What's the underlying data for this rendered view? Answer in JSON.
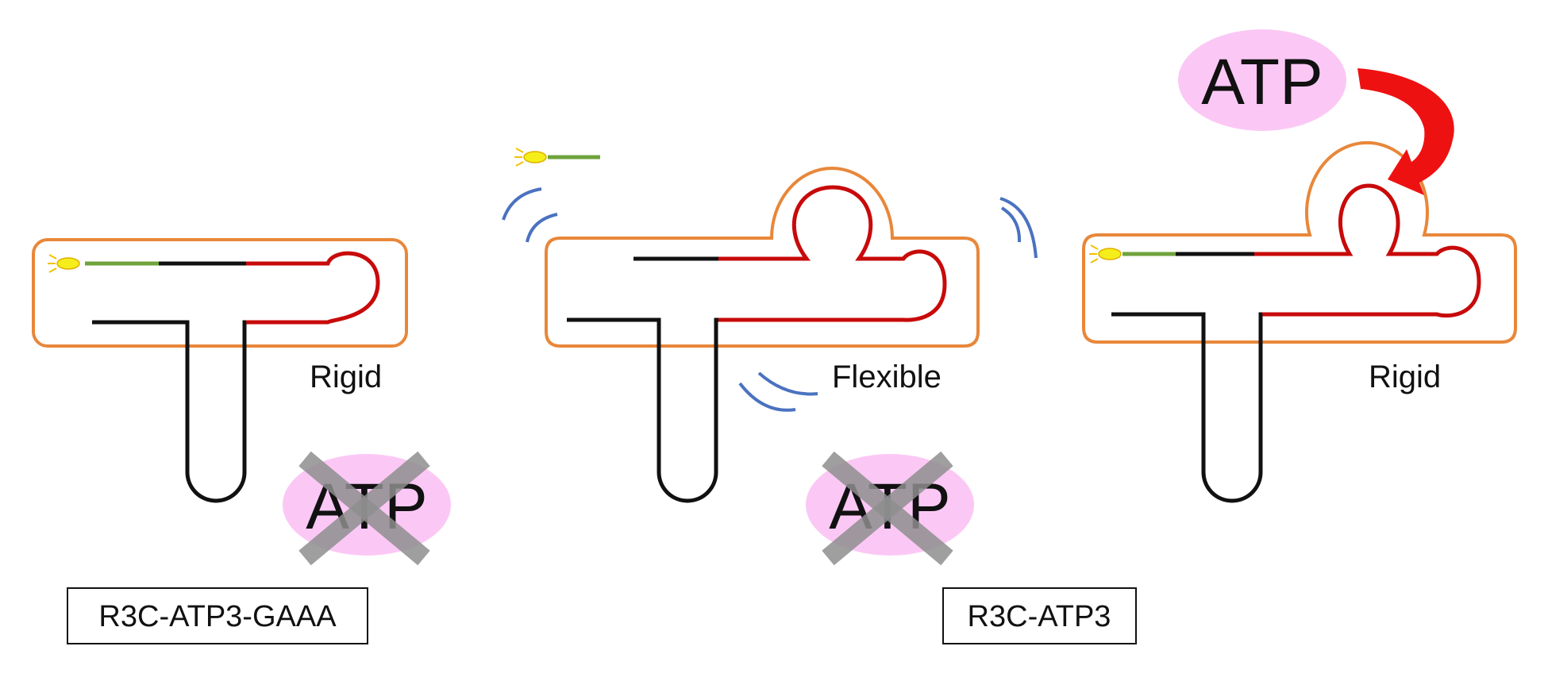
{
  "colors": {
    "outline": "#E8873A",
    "strand_black": "#111111",
    "strand_red": "#C80A0A",
    "probe_green": "#6FA33C",
    "fluorophore": "#F5EE1A",
    "motion_blue": "#4A72C0",
    "atp_bubble": "#FBC8F5",
    "cross_gray": "#8E8E8E",
    "arrow_red": "#EE1111"
  },
  "panels": [
    {
      "state_label": "Rigid",
      "atp_text": "ATP",
      "atp_status": "absent"
    },
    {
      "state_label": "Flexible",
      "atp_text": "ATP",
      "atp_status": "absent"
    },
    {
      "state_label": "Rigid",
      "atp_text": "ATP",
      "atp_status": "bound"
    }
  ],
  "constructs": {
    "left": "R3C-ATP3-GAAA",
    "right": "R3C-ATP3"
  }
}
